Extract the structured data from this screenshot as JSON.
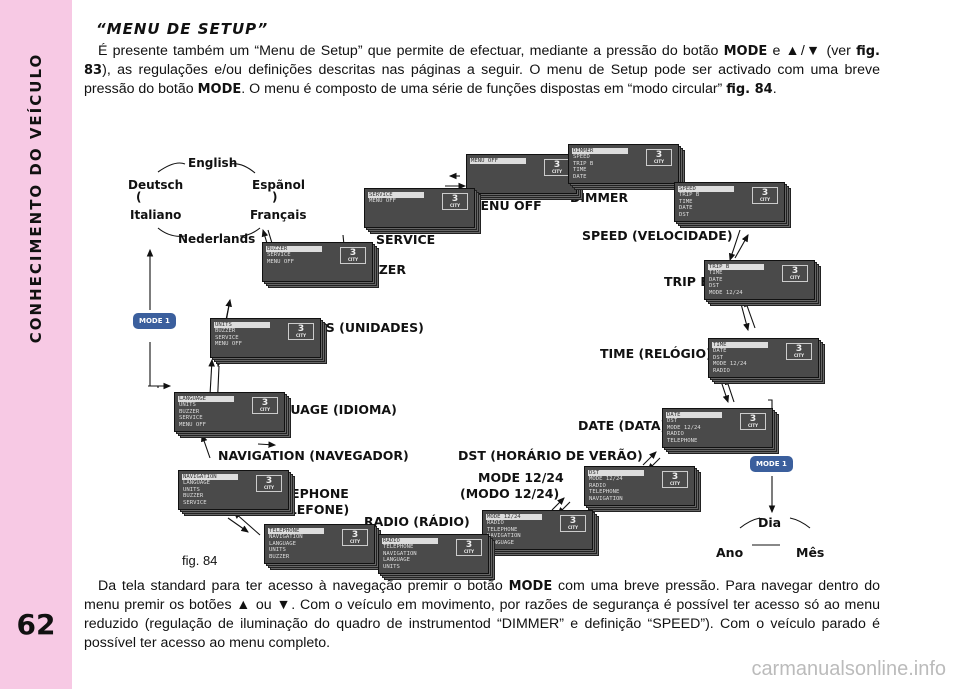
{
  "sidebar": {
    "title": "CONHECIMENTO DO VEÍCULO",
    "page_number": "62"
  },
  "section": {
    "title": "“MENU DE SETUP”"
  },
  "paragraph1": {
    "t1": "É presente também um “Menu de Setup” que permite de efectuar, mediante a pressão do botão ",
    "b1": "MODE",
    "t2": " e ▲/▼ (ver ",
    "b2": "fig. 83",
    "t3": "), as regulações e/ou definições descritas nas páginas a seguir. O menu de Setup pode ser activado com uma breve pressão do botão ",
    "b3": "MODE",
    "t4": ". O menu é composto de uma série de funções dispostas em “modo circular” ",
    "b4": "fig. 84",
    "t5": "."
  },
  "paragraph2": {
    "t1": "Da tela standard para ter acesso à navegação premir o botão ",
    "b1": "MODE",
    "t2": " com uma breve pressão. Para navegar dentro do menu premir os botões ▲ ou ▼. Com o veículo em movimento, por razões de segurança é possível ter acesso só ao menu reduzido (regulação de iluminação do quadro de instrumentod “DIMMER” e definição “SPEED”). Com o veículo parado é possível ter acesso ao menu completo."
  },
  "diagram": {
    "languages": [
      "English",
      "Deutsch",
      "Espãnol",
      "Italiano",
      "Français",
      "Nederlands"
    ],
    "mode_button": "MODE 1",
    "figure": "fig. 84",
    "date_cycle": [
      "Dia",
      "Ano",
      "Mês"
    ],
    "gear_value": "3",
    "gear_caption": "CITY",
    "labels": {
      "menu_off": "MENU OFF",
      "dimmer": "DIMMER",
      "service": "SERVICE",
      "speed": "SPEED (VELOCIDADE)",
      "buzzer": "BUZZER",
      "trip_b": "TRIP B",
      "units": "UNITS (UNIDADES)",
      "time": "TIME (RELÓGIO)",
      "language": "LANGUAGE (IDIOMA)",
      "date": "DATE (DATA)",
      "navigation": "NAVIGATION (NAVEGADOR)",
      "dst": "DST (HORÁRIO DE VERÃO)",
      "mode1224_a": "MODE 12/24",
      "mode1224_b": "(MODO 12/24)",
      "telephone_a": "TELEPHONE",
      "telephone_b": "(TELEFONE)",
      "radio": "RADIO (RÁDIO)"
    },
    "screens": {
      "menu_off": [
        "MENU OFF"
      ],
      "dimmer": [
        "DIMMER",
        "SPEED",
        "TRIP B",
        "TIME",
        "DATE"
      ],
      "service": [
        "SERVICE",
        "MENU OFF"
      ],
      "speed": [
        "SPEED",
        "TRIP B",
        "TIME",
        "DATE",
        "DST"
      ],
      "buzzer": [
        "BUZZER",
        "SERVICE",
        "MENU OFF"
      ],
      "trip_b": [
        "TRIP B",
        "TIME",
        "DATE",
        "DST",
        "MODE 12/24"
      ],
      "units": [
        "UNITS",
        "BUZZER",
        "SERVICE",
        "MENU OFF"
      ],
      "time": [
        "TIME",
        "DATE",
        "DST",
        "MODE 12/24",
        "RADIO"
      ],
      "language": [
        "LANGUAGE",
        "UNITS",
        "BUZZER",
        "SERVICE",
        "MENU OFF"
      ],
      "date": [
        "DATE",
        "DST",
        "MODE 12/24",
        "RADIO",
        "TELEPHONE"
      ],
      "navigation": [
        "NAVIGATION",
        "LANGUAGE",
        "UNITS",
        "BUZZER",
        "SERVICE"
      ],
      "dst": [
        "DST",
        "MODE 12/24",
        "RADIO",
        "TELEPHONE",
        "NAVIGATION"
      ],
      "mode1224": [
        "MODE 12/24",
        "RADIO",
        "TELEPHONE",
        "NAVIGATION",
        "LANGUAGE"
      ],
      "telephone": [
        "TELEPHONE",
        "NAVIGATION",
        "LANGUAGE",
        "UNITS",
        "BUZZER"
      ],
      "radio": [
        "RADIO",
        "TELEPHONE",
        "NAVIGATION",
        "LANGUAGE",
        "UNITS"
      ]
    }
  },
  "watermark": "carmanualsonline.info"
}
